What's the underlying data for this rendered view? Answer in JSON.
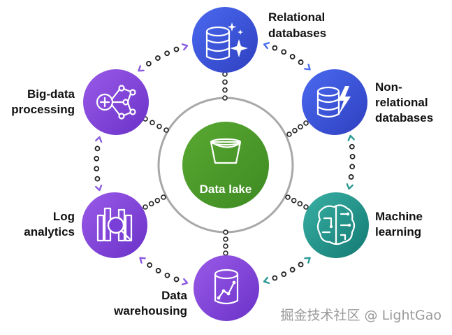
{
  "diagram": {
    "center": {
      "label": "Data lake",
      "icon": "bucket-icon",
      "color": "#4a9a2a"
    },
    "nodes": [
      {
        "id": "relational",
        "label_lines": [
          "Relational",
          "databases"
        ],
        "icon": "database-sparkle-icon",
        "color": "#3a57d8"
      },
      {
        "id": "nonrelational",
        "label_lines": [
          "Non-",
          "relational",
          "databases"
        ],
        "icon": "database-lightning-icon",
        "color": "#3a57d8"
      },
      {
        "id": "ml",
        "label_lines": [
          "Machine",
          "learning"
        ],
        "icon": "brain-circuit-icon",
        "color": "#1f8f84"
      },
      {
        "id": "dw",
        "label_lines": [
          "Data",
          "warehousing"
        ],
        "icon": "database-chart-icon",
        "color": "#7a3ed8"
      },
      {
        "id": "log",
        "label_lines": [
          "Log",
          "analytics"
        ],
        "icon": "magnifier-chart-icon",
        "color": "#7a3ed8"
      },
      {
        "id": "bigdata",
        "label_lines": [
          "Big-data",
          "processing"
        ],
        "icon": "network-plus-icon",
        "color": "#7a3ed8"
      }
    ],
    "arrow_colors": {
      "purple": "#8a5ae0",
      "blue": "#4a6ef0",
      "teal": "#2a9a94"
    }
  },
  "watermark": "掘金技术社区 @ LightGao"
}
